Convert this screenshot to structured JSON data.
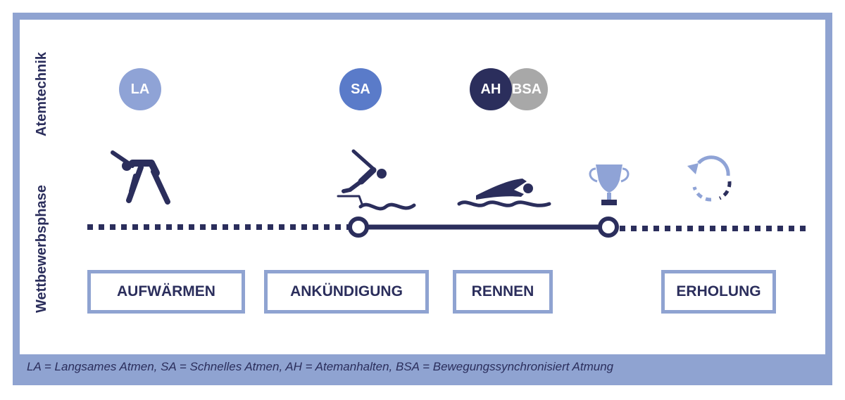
{
  "axis_labels": {
    "top": "Atemtechnik",
    "bottom": "Wettbewerbsphase"
  },
  "breathing": [
    {
      "label": "LA",
      "color": "#8fa3d6"
    },
    {
      "label": "SA",
      "color": "#5a7bc9"
    },
    {
      "label": "AH",
      "color": "#2b2e5c"
    },
    {
      "label": "BSA",
      "color": "#a8a8a8"
    }
  ],
  "phases": [
    "AUFWÄRMEN",
    "ANKÜNDIGUNG",
    "RENNEN",
    "ERHOLUNG"
  ],
  "icons": [
    "stretching-athlete-icon",
    "diving-swimmer-icon",
    "swimmer-icon",
    "trophy-icon",
    "recovery-cycle-icon"
  ],
  "legend": "LA = Langsames Atmen, SA = Schnelles Atmen, AH = Atemanhalten, BSA = Bewegungssynchronisiert Atmung",
  "colors": {
    "navy": "#2b2e5c",
    "frame": "#8fa3d1",
    "light_blue": "#8fa3d6"
  }
}
